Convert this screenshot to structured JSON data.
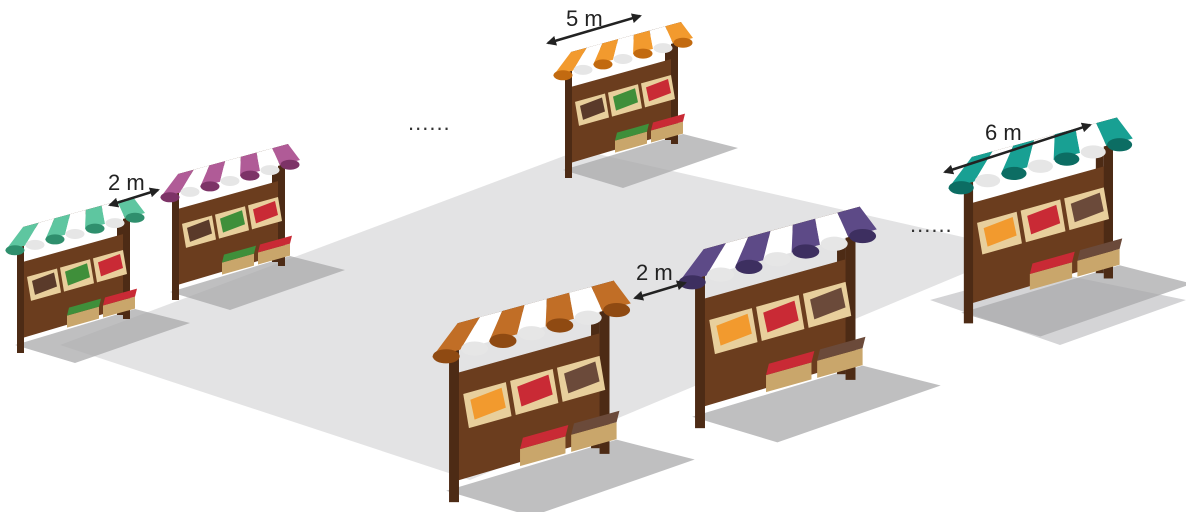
{
  "colors": {
    "background": "#ffffff",
    "plaza": "#e3e3e4",
    "shadow": "#a9aaab",
    "wood_dark": "#4d2b15",
    "wood_mid": "#6b3d1e",
    "crate": "#e8cf9c",
    "crate_side": "#c9a66b"
  },
  "stalls": [
    {
      "id": "far-left",
      "awning": "#5ec6a0",
      "awning_dark": "#2f8f6d",
      "goods": [
        "#5a3a2a",
        "#3f8f3a",
        "#c92a35"
      ]
    },
    {
      "id": "left-second",
      "awning": "#b05b97",
      "awning_dark": "#7d3367",
      "goods": [
        "#5a3a2a",
        "#3f8f3a",
        "#c92a35"
      ]
    },
    {
      "id": "top-center",
      "awning": "#f29a2e",
      "awning_dark": "#c26a10",
      "goods": [
        "#5a3a2a",
        "#3f8f3a",
        "#c92a35"
      ]
    },
    {
      "id": "right-teal",
      "awning": "#18a093",
      "awning_dark": "#0c6d63",
      "goods": [
        "#f29a2e",
        "#c92a35",
        "#6b4a3a"
      ]
    },
    {
      "id": "front-orange",
      "awning": "#c16e26",
      "awning_dark": "#8f4a12",
      "goods": [
        "#f29a2e",
        "#c92a35",
        "#6b4a3a"
      ]
    },
    {
      "id": "front-purple",
      "awning": "#5d4a87",
      "awning_dark": "#3d2f60",
      "goods": [
        "#f29a2e",
        "#c92a35",
        "#6b4a3a"
      ]
    }
  ],
  "dimensions": [
    {
      "id": "gap-left",
      "label": "2 m"
    },
    {
      "id": "width-top",
      "label": "5 m"
    },
    {
      "id": "width-right",
      "label": "6 m"
    },
    {
      "id": "gap-front",
      "label": "2 m"
    }
  ],
  "ellipses": [
    {
      "id": "dots-top",
      "text": "......"
    },
    {
      "id": "dots-right",
      "text": "......"
    }
  ]
}
